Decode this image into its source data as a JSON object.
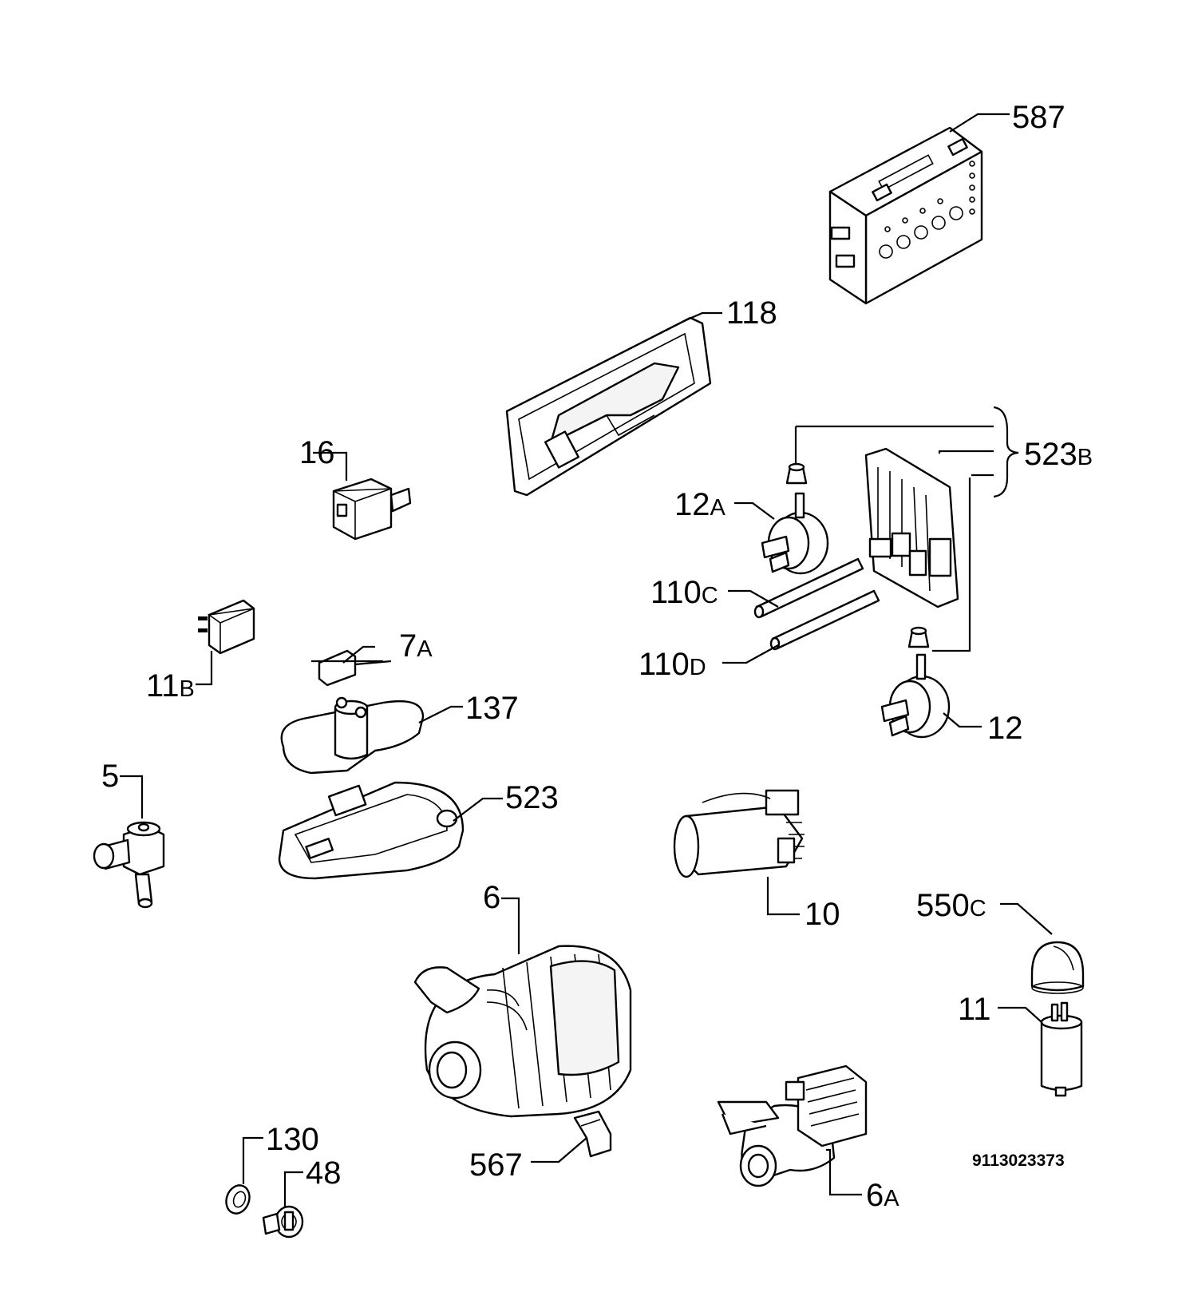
{
  "diagram": {
    "code": "9113023373",
    "labels": {
      "l587": "587",
      "l118": "118",
      "l16": "16",
      "l523b": "523",
      "l523b_sfx": "B",
      "l12a": "12",
      "l12a_sfx": "A",
      "l110c": "110",
      "l110c_sfx": "C",
      "l110d": "110",
      "l110d_sfx": "D",
      "l11b": "11",
      "l11b_sfx": "B",
      "l7a": "7",
      "l7a_sfx": "A",
      "l137": "137",
      "l12": "12",
      "l5": "5",
      "l523": "523",
      "l10": "10",
      "l6": "6",
      "l550c": "550",
      "l550c_sfx": "C",
      "l11": "11",
      "l130": "130",
      "l48": "48",
      "l567": "567",
      "l6a": "6",
      "l6a_sfx": "A"
    }
  }
}
